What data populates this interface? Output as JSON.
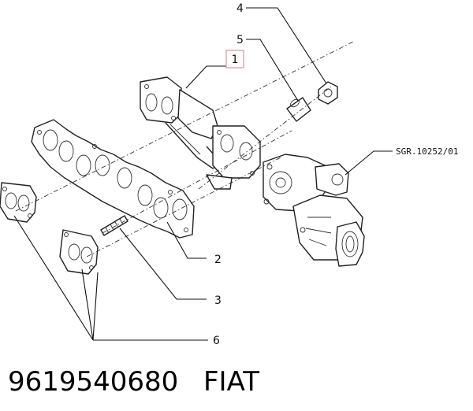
{
  "callouts": [
    {
      "id": "1",
      "label": "1"
    },
    {
      "id": "2",
      "label": "2"
    },
    {
      "id": "3",
      "label": "3"
    },
    {
      "id": "4",
      "label": "4"
    },
    {
      "id": "5",
      "label": "5"
    },
    {
      "id": "6",
      "label": "6"
    }
  ],
  "reference": "SGR.10252/01",
  "part_number": "9619540680",
  "brand": "FIAT",
  "colors": {
    "highlight_border": "#d9939a",
    "ink": "#111111"
  }
}
